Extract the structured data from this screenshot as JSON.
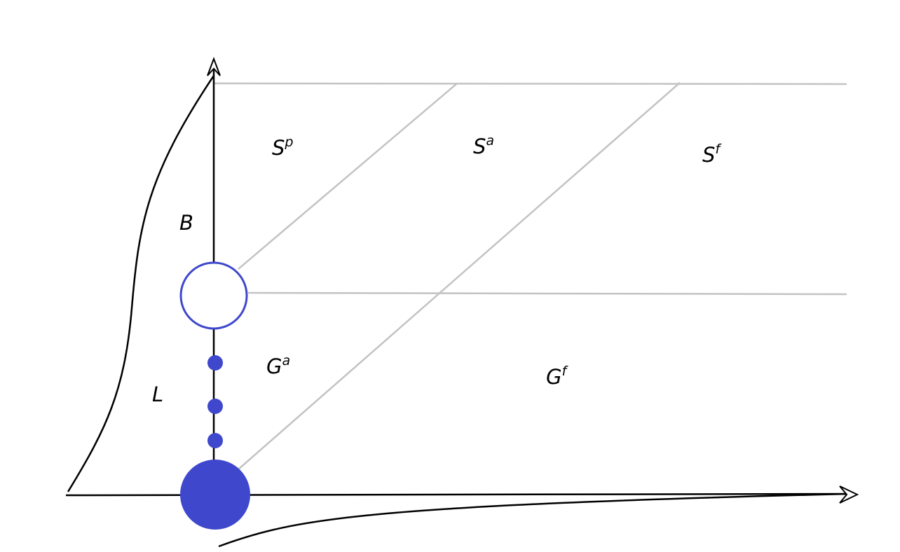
{
  "colors": {
    "accent": "#3f48cc",
    "axis": "#000000",
    "divider": "#c3c3c3"
  },
  "labels": {
    "sp": {
      "base": "S",
      "sup": "p"
    },
    "sa": {
      "base": "S",
      "sup": "a"
    },
    "sf": {
      "base": "S",
      "sup": "f"
    },
    "b": {
      "base": "B"
    },
    "ga": {
      "base": "G",
      "sup": "a"
    },
    "gf": {
      "base": "G",
      "sup": "f"
    },
    "l": {
      "base": "L"
    }
  }
}
